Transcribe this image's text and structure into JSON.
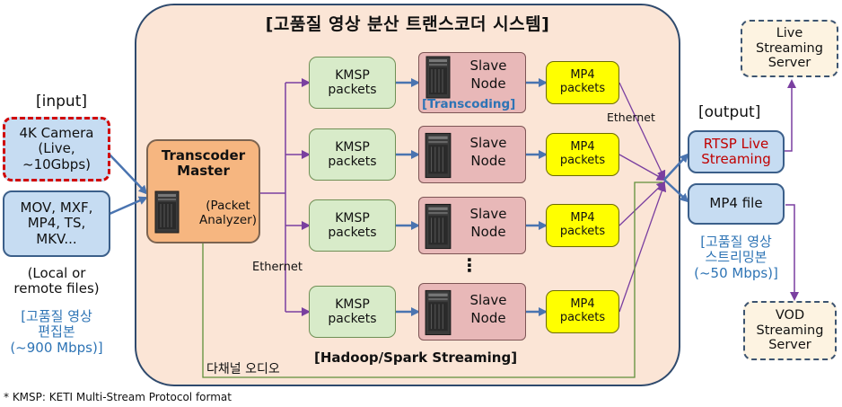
{
  "system_title": "[고품질 영상 분산 트랜스코더 시스템]",
  "cluster_label": "[Hadoop/Spark Streaming]",
  "input_header": "[input]",
  "output_header": "[output]",
  "camera": {
    "line1": "4K Camera",
    "line2": "(Live,",
    "line3": "~10Gbps)"
  },
  "files": {
    "line1": "MOV, MXF,",
    "line2": "MP4, TS,",
    "line3": "MKV..."
  },
  "files_note": {
    "line1": "(Local or",
    "line2": "remote files)"
  },
  "input_korean": {
    "line1": "[고품질 영상",
    "line2": "편집본",
    "line3": "(~900 Mbps)]"
  },
  "master": {
    "title1": "Transcoder",
    "title2": "Master",
    "sub1": "(Packet",
    "sub2": "Analyzer)"
  },
  "ethernet_left": "Ethernet",
  "ethernet_right": "Ethernet",
  "vertical_dots": "⋮",
  "audio_label": "다채널 오디오",
  "rows": [
    {
      "kmsp1": "KMSP",
      "kmsp2": "packets",
      "node1": "Slave",
      "node2": "Node",
      "transcoding": "[Transcoding]",
      "mp41": "MP4",
      "mp42": "packets"
    },
    {
      "kmsp1": "KMSP",
      "kmsp2": "packets",
      "node1": "Slave",
      "node2": "Node",
      "mp41": "MP4",
      "mp42": "packets"
    },
    {
      "kmsp1": "KMSP",
      "kmsp2": "packets",
      "node1": "Slave",
      "node2": "Node",
      "mp41": "MP4",
      "mp42": "packets"
    },
    {
      "kmsp1": "KMSP",
      "kmsp2": "packets",
      "node1": "Slave",
      "node2": "Node",
      "mp41": "MP4",
      "mp42": "packets"
    }
  ],
  "rtsp": {
    "line1": "RTSP Live",
    "line2": "Streaming"
  },
  "mp4file": "MP4 file",
  "output_korean": {
    "line1": "[고품질 영상",
    "line2": "스트리밍본",
    "line3": "(~50 Mbps)]"
  },
  "live_server": {
    "line1": "Live",
    "line2": "Streaming",
    "line3": "Server"
  },
  "vod_server": {
    "line1": "VOD",
    "line2": "Streaming",
    "line3": "Server"
  },
  "footnote": "* KMSP: KETI Multi-Stream Protocol format",
  "colors": {
    "arrow_blue": "#4a74b0",
    "arrow_purple": "#7a3fa0",
    "line_green": "#5f8f3a",
    "korean_blue": "#2e74b5",
    "rtsp_red": "#c00000"
  }
}
